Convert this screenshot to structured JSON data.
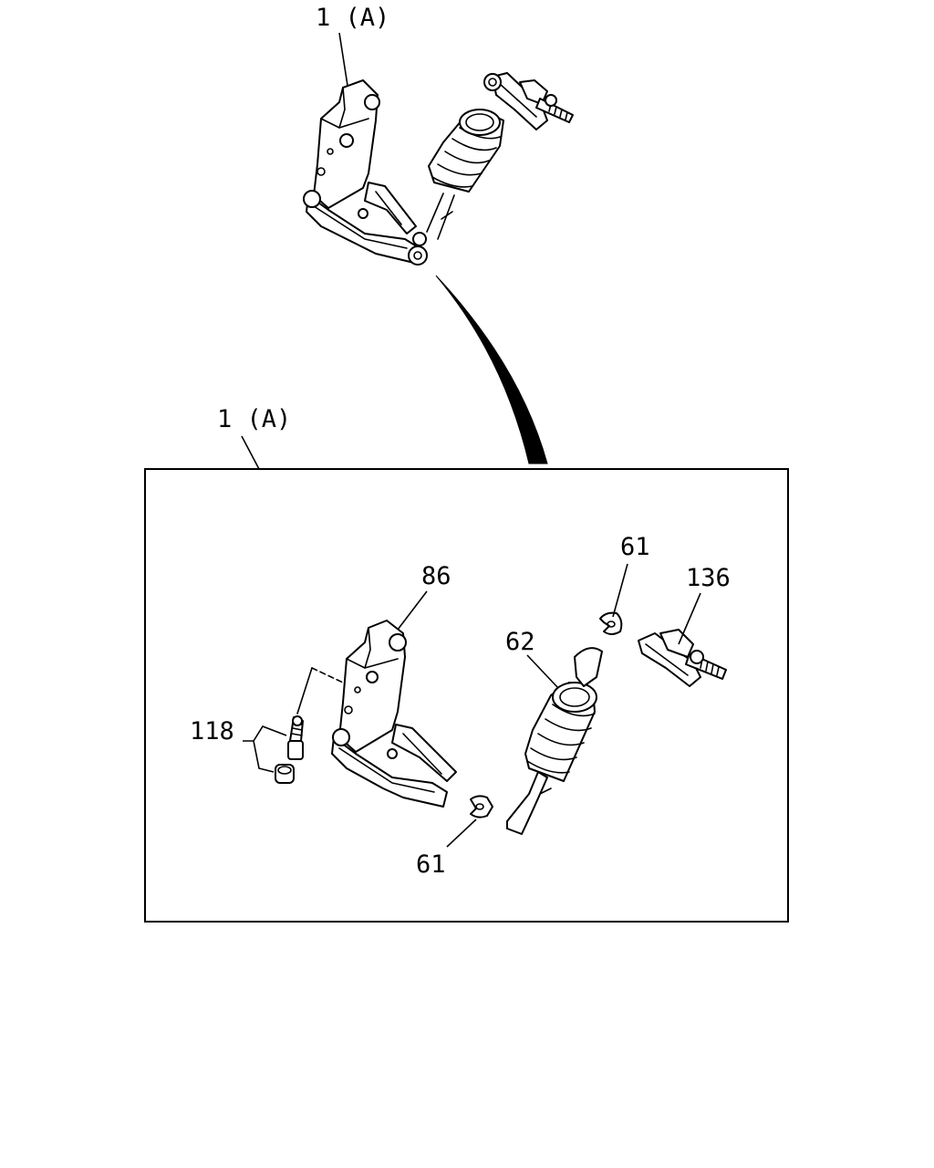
{
  "callouts": {
    "assembly_top": "1 (A)",
    "assembly_box": "1 (A)",
    "bracket": "86",
    "clip_upper": "61",
    "clip_lower": "61",
    "boot": "62",
    "rod_end": "136",
    "bolt_nut": "118"
  },
  "colors": {
    "line": "#000000",
    "background": "#ffffff"
  }
}
